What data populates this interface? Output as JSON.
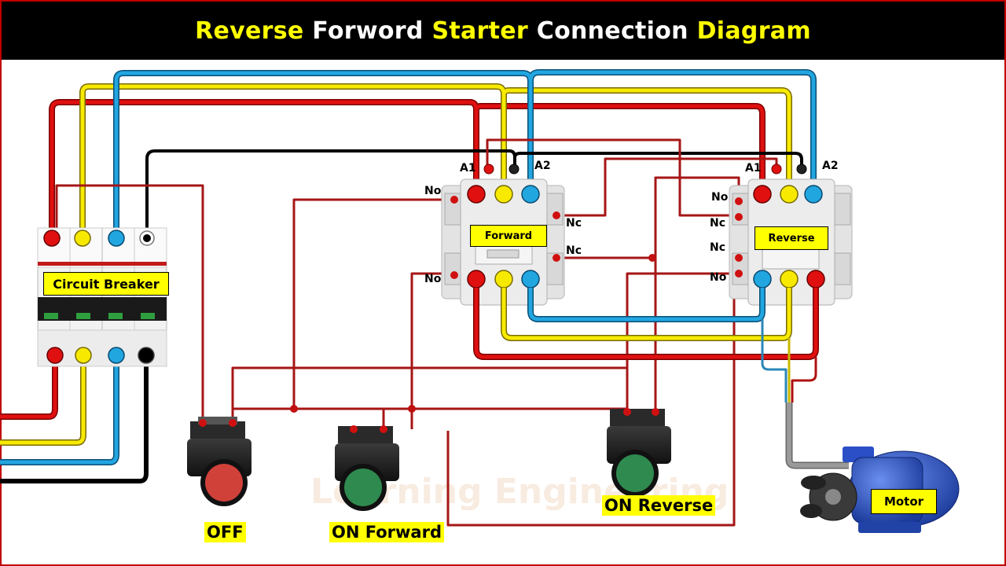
{
  "title": {
    "w1": "Reverse",
    "w2": "Forword",
    "w3": "Starter",
    "w4": "Connection",
    "w5": "Diagram"
  },
  "labels": {
    "breaker": "Circuit  Breaker",
    "forward": "Forward",
    "reverse": "Reverse",
    "motor": "Motor"
  },
  "buttons": {
    "off": "OFF",
    "on_forward": "ON Forward",
    "on_reverse": "ON Reverse"
  },
  "terminals": {
    "a1": "A1",
    "a2": "A2",
    "no": "No",
    "nc": "Nc"
  },
  "watermark": "Learning Engineering",
  "colors": {
    "red_wire": "#d40000",
    "yellow_wire": "#f2e600",
    "blue_wire": "#1ea0d8",
    "black_wire": "#111111",
    "control_wire": "#a01818",
    "label_bg": "#ffff00"
  }
}
